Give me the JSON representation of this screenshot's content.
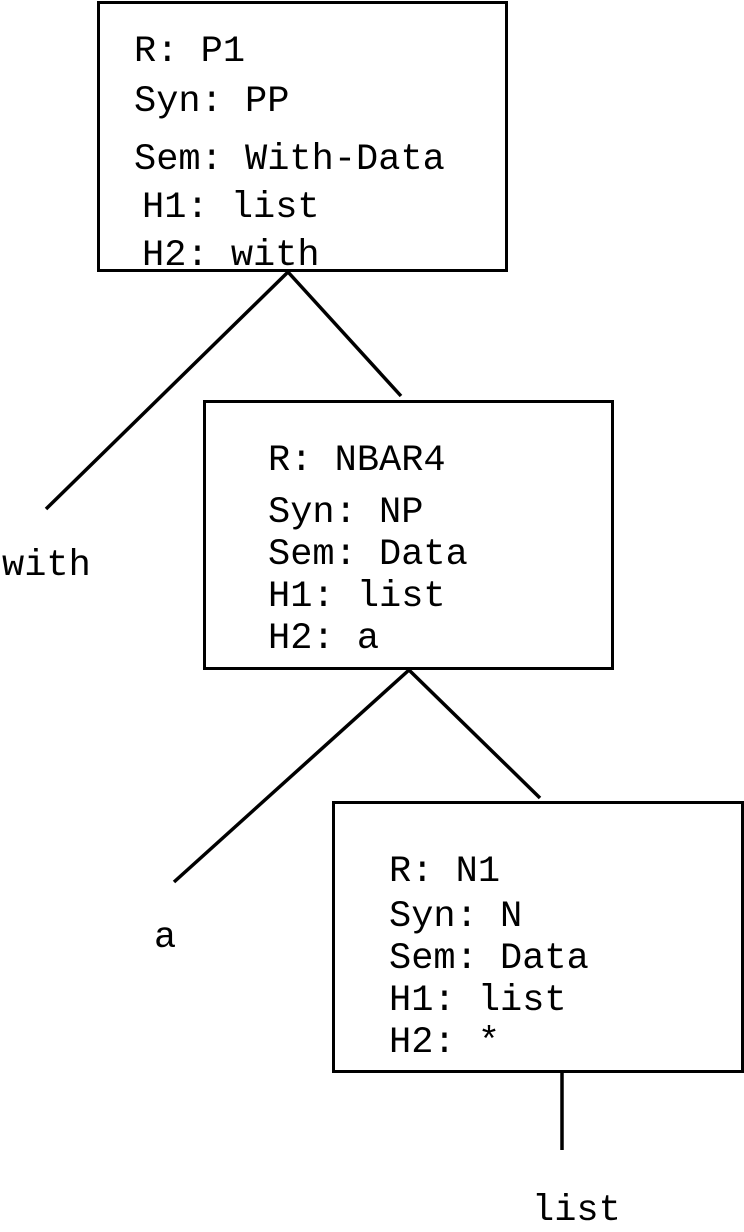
{
  "nodes": [
    {
      "features": [
        "R: P1",
        "Syn: PP",
        "Sem: With-Data",
        "H1: list",
        "H2: with"
      ]
    },
    {
      "features": [
        "R: NBAR4",
        "Syn: NP",
        "Sem: Data",
        "H1: list",
        "H2: a"
      ]
    },
    {
      "features": [
        "R: N1",
        "Syn: N",
        "Sem: Data",
        "H1: list",
        "H2: *"
      ]
    }
  ],
  "leaves": {
    "with": "with",
    "a": "a",
    "list": "list"
  },
  "colors": {
    "stroke": "#000000",
    "background": "#ffffff"
  }
}
